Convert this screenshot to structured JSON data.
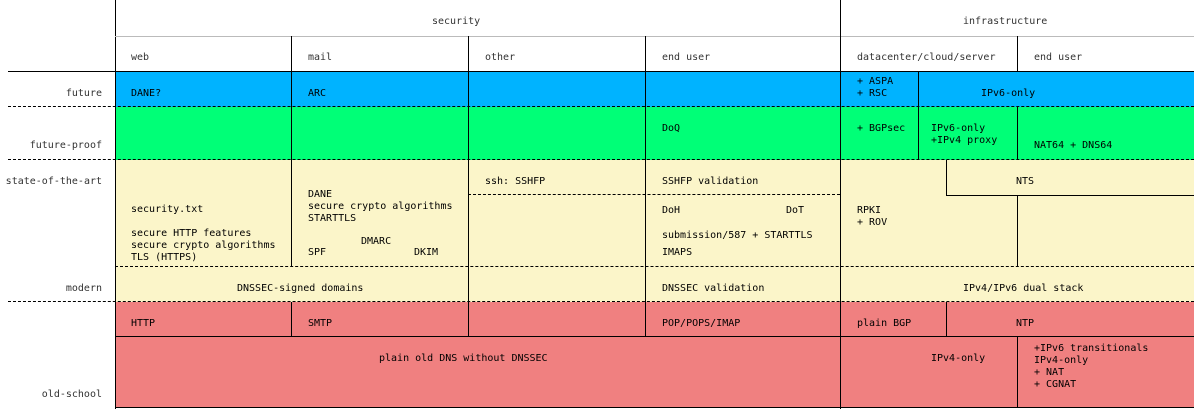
{
  "colors": {
    "future": "#00b3ff",
    "future_proof": "#00ff77",
    "state_of_the_art": "#fbf5c9",
    "modern": "#fbf5c9",
    "old_school": "#f08080"
  },
  "header": {
    "security": "security",
    "infrastructure": "infrastructure",
    "web": "web",
    "mail": "mail",
    "other": "other",
    "sec_end_user": "end user",
    "datacenter": "datacenter/cloud/server",
    "infra_end_user": "end user"
  },
  "rows": {
    "future": "future",
    "future_proof": "future-proof",
    "state_of_the_art": "state-of-the-art",
    "modern": "modern",
    "old_school": "old-school"
  },
  "cells": {
    "future_web": "DANE?",
    "future_mail": "ARC",
    "future_dc": "+ ASPA\n+ RSC",
    "future_infra": "IPv6-only",
    "fp_enduser": "DoQ",
    "fp_dc": "+ BGPsec",
    "fp_ipv6proxy": "IPv6-only\n+IPv4 proxy",
    "fp_nat64": "NAT64 + DNS64",
    "sota_web": "security.txt\n\nsecure HTTP features\nsecure crypto algorithms\nTLS (HTTPS)",
    "sota_mail_top": "DANE\nsecure crypto algorithms\nSTARTTLS",
    "sota_dmarc": "DMARC",
    "sota_spf": "SPF",
    "sota_dkim": "DKIM",
    "sota_other": "ssh: SSHFP",
    "sota_sshfp_validation": "SSHFP validation",
    "sota_doh": "DoH",
    "sota_dot": "DoT",
    "sota_submission": "submission/587 + STARTTLS",
    "sota_imaps": "IMAPS",
    "sota_rpki": "RPKI\n+ ROV",
    "sota_nts": "NTS",
    "modern_dnssec_domains": "DNSSEC-signed domains",
    "modern_dnssec_validation": "DNSSEC validation",
    "modern_dual_stack": "IPv4/IPv6 dual stack",
    "old_http": "HTTP",
    "old_smtp": "SMTP",
    "old_pop": "POP/POPS/IMAP",
    "old_bgp": "plain BGP",
    "old_ntp": "NTP",
    "old_dns": "plain old DNS without DNSSEC",
    "old_ipv4only": "IPv4-only",
    "old_transitionals": "+IPv6 transitionals\nIPv4-only\n+ NAT\n+ CGNAT"
  }
}
